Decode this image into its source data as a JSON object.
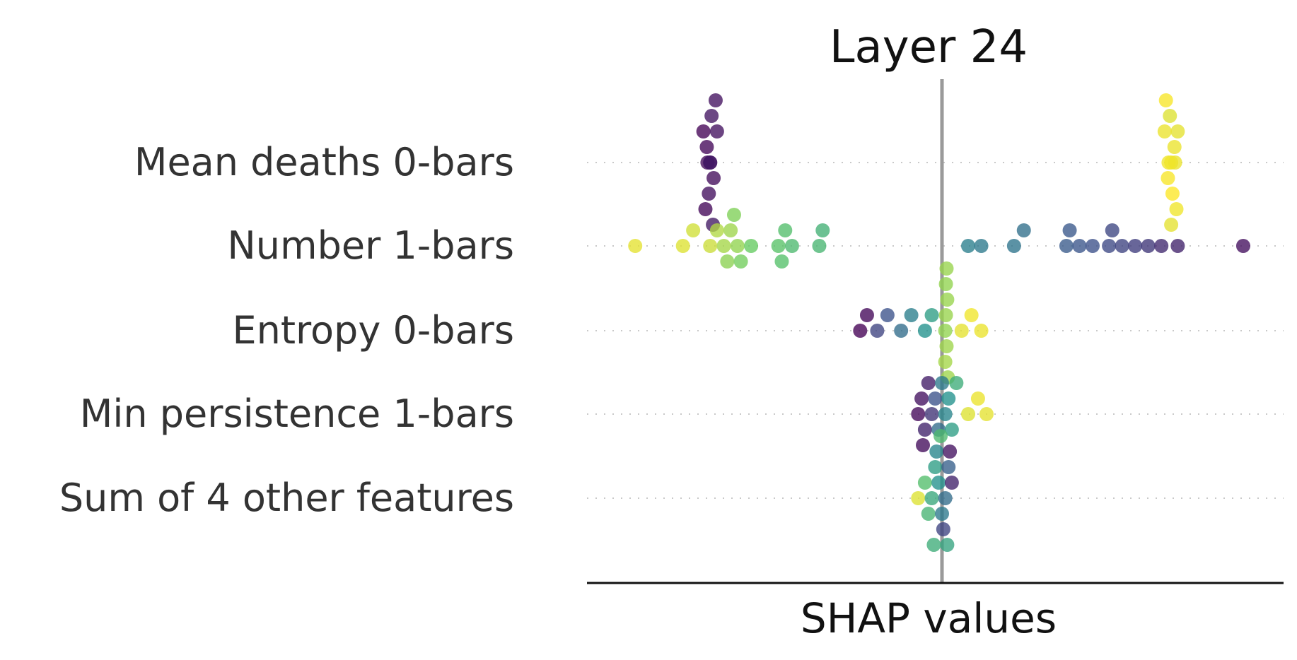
{
  "chart_data": {
    "type": "scatter",
    "title": "Layer 24",
    "xlabel": "SHAP values",
    "ylabel": "",
    "x_range": [
      -5,
      5
    ],
    "grid": false,
    "legend": "none",
    "zero_line_color": "#9a9a9a",
    "colormap": "viridis",
    "features": [
      {
        "name": "Mean deaths 0-bars",
        "points": [
          {
            "x": -3.4,
            "v": 0.0
          },
          {
            "x": -3.45,
            "v": 0.02
          },
          {
            "x": -3.35,
            "v": 0.03
          },
          {
            "x": -3.5,
            "v": 0.01
          },
          {
            "x": -3.3,
            "v": 0.05
          },
          {
            "x": -3.42,
            "v": 0.04
          },
          {
            "x": -3.38,
            "v": 0.06
          },
          {
            "x": -3.47,
            "v": 0.02
          },
          {
            "x": -3.32,
            "v": 0.05
          },
          {
            "x": -3.36,
            "v": 0.07
          },
          {
            "x": -3.44,
            "v": 0.03
          },
          {
            "x": -3.4,
            "v": 0.08
          },
          {
            "x": 3.5,
            "v": 0.98
          },
          {
            "x": 3.55,
            "v": 0.97
          },
          {
            "x": 3.45,
            "v": 0.99
          },
          {
            "x": 3.6,
            "v": 0.96
          },
          {
            "x": 3.4,
            "v": 0.97
          },
          {
            "x": 3.52,
            "v": 1.0
          },
          {
            "x": 3.48,
            "v": 0.95
          },
          {
            "x": 3.58,
            "v": 0.98
          },
          {
            "x": 3.42,
            "v": 0.99
          },
          {
            "x": 3.5,
            "v": 0.96
          },
          {
            "x": 3.56,
            "v": 0.97
          },
          {
            "x": 3.46,
            "v": 0.98
          }
        ]
      },
      {
        "name": "Number 1-bars",
        "points": [
          {
            "x": -4.5,
            "v": 0.96
          },
          {
            "x": -3.8,
            "v": 0.95
          },
          {
            "x": -3.65,
            "v": 0.93
          },
          {
            "x": -3.4,
            "v": 0.92
          },
          {
            "x": -3.3,
            "v": 0.88
          },
          {
            "x": -3.2,
            "v": 0.86
          },
          {
            "x": -3.1,
            "v": 0.85
          },
          {
            "x": -3.0,
            "v": 0.83
          },
          {
            "x": -3.15,
            "v": 0.82
          },
          {
            "x": -3.05,
            "v": 0.8
          },
          {
            "x": -2.95,
            "v": 0.78
          },
          {
            "x": -2.8,
            "v": 0.76
          },
          {
            "x": -2.4,
            "v": 0.72
          },
          {
            "x": -2.3,
            "v": 0.7
          },
          {
            "x": -2.2,
            "v": 0.68
          },
          {
            "x": -2.35,
            "v": 0.71
          },
          {
            "x": -1.8,
            "v": 0.66
          },
          {
            "x": -1.75,
            "v": 0.64
          },
          {
            "x": 0.4,
            "v": 0.42
          },
          {
            "x": 0.6,
            "v": 0.4
          },
          {
            "x": 1.1,
            "v": 0.38
          },
          {
            "x": 1.25,
            "v": 0.36
          },
          {
            "x": 1.9,
            "v": 0.28
          },
          {
            "x": 2.1,
            "v": 0.26
          },
          {
            "x": 2.3,
            "v": 0.24
          },
          {
            "x": 2.55,
            "v": 0.22
          },
          {
            "x": 2.75,
            "v": 0.2
          },
          {
            "x": 2.95,
            "v": 0.18
          },
          {
            "x": 3.15,
            "v": 0.16
          },
          {
            "x": 3.35,
            "v": 0.12
          },
          {
            "x": 3.6,
            "v": 0.1
          },
          {
            "x": 4.6,
            "v": 0.04
          },
          {
            "x": 1.95,
            "v": 0.27
          },
          {
            "x": 2.6,
            "v": 0.21
          }
        ]
      },
      {
        "name": "Entropy 0-bars",
        "points": [
          {
            "x": -1.2,
            "v": 0.0
          },
          {
            "x": -1.1,
            "v": 0.02
          },
          {
            "x": -0.95,
            "v": 0.2
          },
          {
            "x": -0.8,
            "v": 0.25
          },
          {
            "x": -0.6,
            "v": 0.35
          },
          {
            "x": -0.45,
            "v": 0.42
          },
          {
            "x": -0.25,
            "v": 0.5
          },
          {
            "x": -0.15,
            "v": 0.55
          },
          {
            "x": 0.05,
            "v": 0.83
          },
          {
            "x": 0.06,
            "v": 0.84
          },
          {
            "x": 0.07,
            "v": 0.85
          },
          {
            "x": 0.08,
            "v": 0.84
          },
          {
            "x": 0.05,
            "v": 0.86
          },
          {
            "x": 0.06,
            "v": 0.83
          },
          {
            "x": 0.09,
            "v": 0.85
          },
          {
            "x": 0.07,
            "v": 0.84
          },
          {
            "x": 0.3,
            "v": 0.96
          },
          {
            "x": 0.45,
            "v": 0.98
          },
          {
            "x": 0.6,
            "v": 0.97
          }
        ]
      },
      {
        "name": "Min persistence 1-bars",
        "points": [
          {
            "x": -0.35,
            "v": 0.02
          },
          {
            "x": -0.3,
            "v": 0.05
          },
          {
            "x": -0.25,
            "v": 0.1
          },
          {
            "x": -0.2,
            "v": 0.08
          },
          {
            "x": -0.15,
            "v": 0.15
          },
          {
            "x": -0.1,
            "v": 0.25
          },
          {
            "x": -0.05,
            "v": 0.35
          },
          {
            "x": 0.0,
            "v": 0.4
          },
          {
            "x": 0.05,
            "v": 0.45
          },
          {
            "x": 0.1,
            "v": 0.5
          },
          {
            "x": 0.15,
            "v": 0.55
          },
          {
            "x": 0.22,
            "v": 0.62
          },
          {
            "x": 0.4,
            "v": 0.95
          },
          {
            "x": 0.55,
            "v": 0.97
          },
          {
            "x": 0.68,
            "v": 0.96
          },
          {
            "x": -0.28,
            "v": 0.03
          }
        ]
      },
      {
        "name": "Sum of 4 other features",
        "points": [
          {
            "x": -0.35,
            "v": 0.95
          },
          {
            "x": -0.25,
            "v": 0.7
          },
          {
            "x": -0.2,
            "v": 0.65
          },
          {
            "x": -0.15,
            "v": 0.6
          },
          {
            "x": -0.1,
            "v": 0.55
          },
          {
            "x": -0.05,
            "v": 0.5
          },
          {
            "x": 0.0,
            "v": 0.4
          },
          {
            "x": 0.05,
            "v": 0.35
          },
          {
            "x": 0.1,
            "v": 0.3
          },
          {
            "x": 0.15,
            "v": 0.1
          },
          {
            "x": 0.02,
            "v": 0.2
          },
          {
            "x": -0.08,
            "v": 0.45
          },
          {
            "x": 0.08,
            "v": 0.58
          },
          {
            "x": -0.12,
            "v": 0.62
          },
          {
            "x": 0.12,
            "v": 0.05
          },
          {
            "x": -0.02,
            "v": 0.68
          }
        ]
      }
    ]
  }
}
